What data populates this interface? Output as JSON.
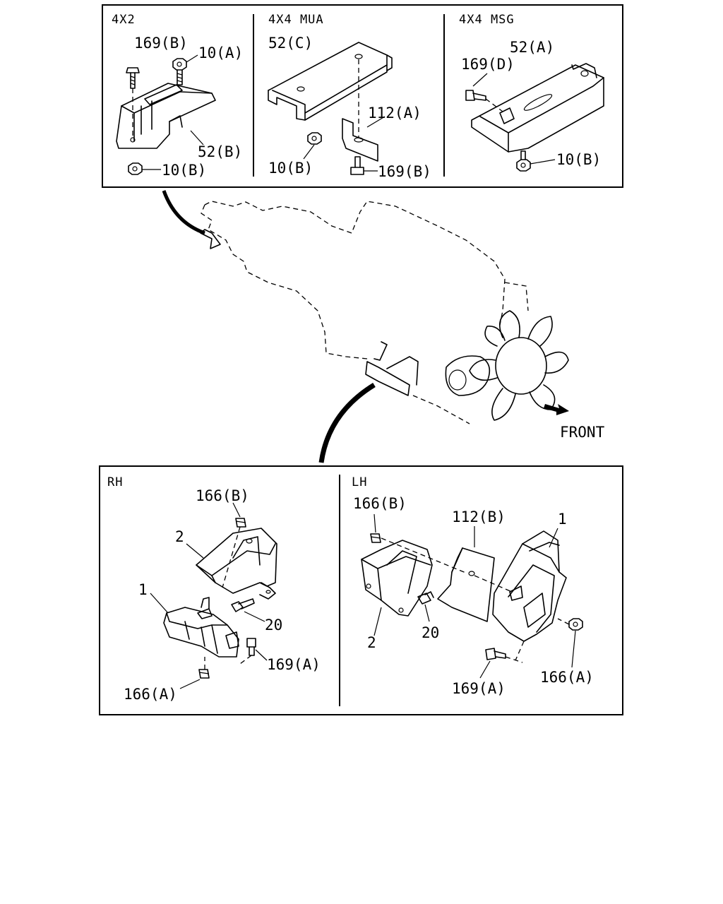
{
  "panels": {
    "top": {
      "sections": [
        {
          "header": "4X2",
          "labels": {
            "bolt": "169(B)",
            "nut_top": "10(A)",
            "bracket": "52(B)",
            "nut_bottom": "10(B)"
          }
        },
        {
          "header": "4X4 MUA",
          "labels": {
            "bracket": "52(C)",
            "plate": "112(A)",
            "nut": "10(B)",
            "bolt": "169(B)"
          }
        },
        {
          "header": "4X4 MSG",
          "labels": {
            "bracket": "52(A)",
            "bolt": "169(D)",
            "nut": "10(B)"
          }
        }
      ]
    },
    "engine": {
      "direction_label": "FRONT"
    },
    "bottom": {
      "rh": {
        "header": "RH",
        "labels": {
          "nut_top": "166(B)",
          "bracket": "2",
          "mount": "1",
          "bolt": "20",
          "bolt_side": "169(A)",
          "nut_bottom": "166(A)"
        }
      },
      "lh": {
        "header": "LH",
        "labels": {
          "nut_top": "166(B)",
          "plate": "112(B)",
          "mount": "1",
          "bracket": "2",
          "bolt": "20",
          "bolt_bottom": "169(A)",
          "nut_bottom": "166(A)"
        }
      }
    }
  }
}
